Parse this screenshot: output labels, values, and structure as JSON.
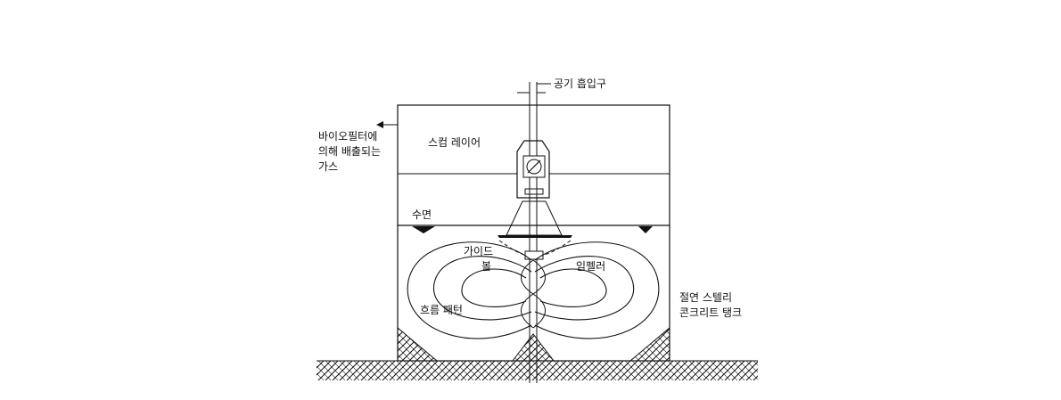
{
  "labels": {
    "air_intake": "공기 흡입구",
    "scum_layer": "스컴 레이어",
    "exhaust_gas_line1": "바이오필터에",
    "exhaust_gas_line2": "의해 배출되는",
    "exhaust_gas_line3": "가스",
    "water_surface": "수면",
    "guide": "가이드",
    "ball": "볼",
    "impeller": "임펠러",
    "flow_pattern": "흐름 패턴",
    "tank_line1": "절연 스텔리",
    "tank_line2": "콘크리트 탱크"
  },
  "colors": {
    "line": "#111111",
    "background": "#ffffff"
  }
}
